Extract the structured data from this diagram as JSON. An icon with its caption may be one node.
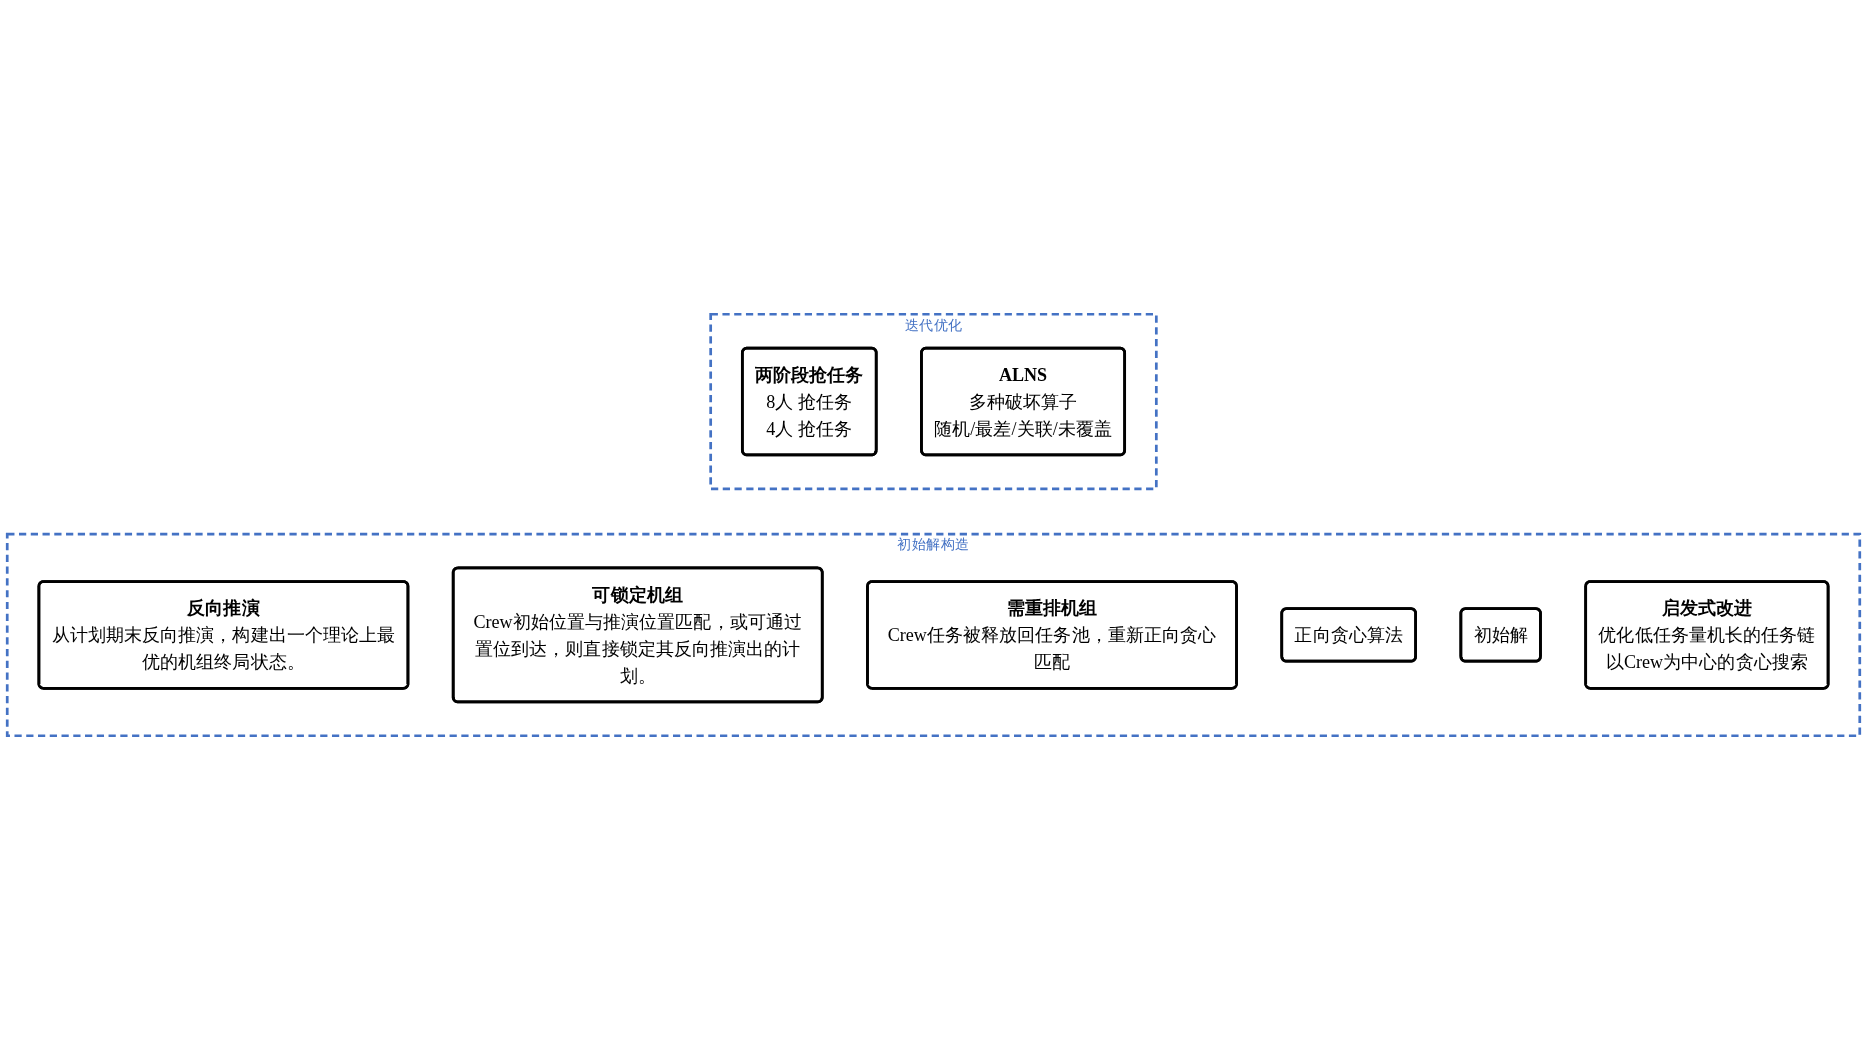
{
  "diagram": {
    "nodes": [
      {
        "text": [
          "初始解构造"
        ]
      },
      {
        "text": [
          "反向推演",
          "从计划期末反向推演，构建出一个理论上最优的机组终局状态。"
        ],
        "in": 0
      },
      {
        "text": [
          "可锁定机组",
          "Crew初始位置与推演位置匹配，或可通过置位到达，则直接锁定其反向推演出的计划。"
        ],
        "in": 0
      },
      {
        "text": [
          "需重排机组",
          "Crew任务被释放回任务池，重新正向贪心匹配"
        ],
        "in": 0
      },
      {
        "text": [
          "正向贪心算法"
        ],
        "in": 0
      },
      {
        "text": [
          "初始解"
        ],
        "in": 0
      },
      {
        "text": [
          "启发式改进",
          "优化低任务量机长的任务链",
          "以Crew为中心的贪心搜索"
        ],
        "in": 0
      },
      {
        "text": [
          "迭代优化"
        ]
      },
      {
        "text": [
          "两阶段抢任务",
          "8人 抢任务",
          "4人 抢任务"
        ],
        "in": 7
      },
      {
        "text": [
          "ALNS",
          "多种破坏算子",
          "随机/最差/关联/未覆盖"
        ],
        "in": 7
      }
    ]
  }
}
